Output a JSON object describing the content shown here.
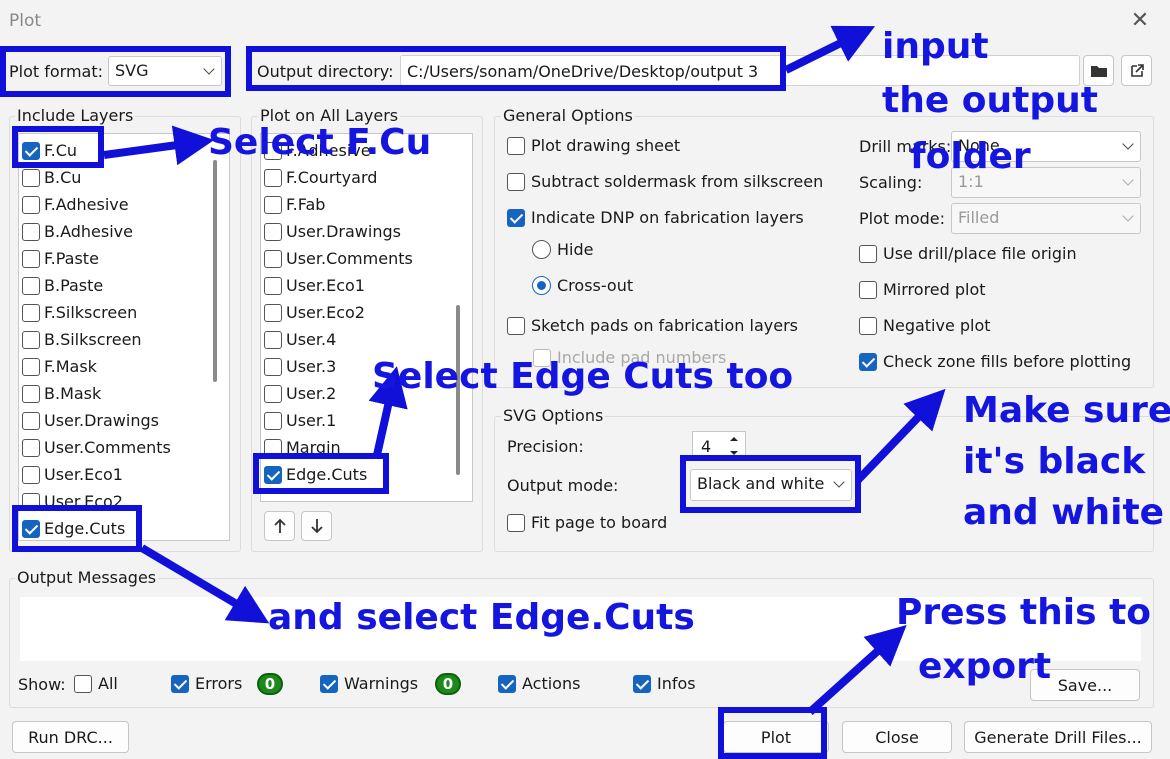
{
  "window": {
    "title": "Plot"
  },
  "top": {
    "plot_format_label": "Plot format:",
    "plot_format_value": "SVG",
    "output_dir_label": "Output directory:",
    "output_dir_value": "C:/Users/sonam/OneDrive/Desktop/output 3"
  },
  "include_layers": {
    "title": "Include Layers",
    "items": [
      {
        "label": "F.Cu",
        "checked": true
      },
      {
        "label": "B.Cu",
        "checked": false
      },
      {
        "label": "F.Adhesive",
        "checked": false
      },
      {
        "label": "B.Adhesive",
        "checked": false
      },
      {
        "label": "F.Paste",
        "checked": false
      },
      {
        "label": "B.Paste",
        "checked": false
      },
      {
        "label": "F.Silkscreen",
        "checked": false
      },
      {
        "label": "B.Silkscreen",
        "checked": false
      },
      {
        "label": "F.Mask",
        "checked": false
      },
      {
        "label": "B.Mask",
        "checked": false
      },
      {
        "label": "User.Drawings",
        "checked": false
      },
      {
        "label": "User.Comments",
        "checked": false
      },
      {
        "label": "User.Eco1",
        "checked": false
      },
      {
        "label": "User.Eco2",
        "checked": false
      },
      {
        "label": "Edge.Cuts",
        "checked": true
      }
    ]
  },
  "plot_all_layers": {
    "title": "Plot on All Layers",
    "items": [
      {
        "label": "F.Adhesive",
        "checked": false
      },
      {
        "label": "F.Courtyard",
        "checked": false
      },
      {
        "label": "F.Fab",
        "checked": false
      },
      {
        "label": "User.Drawings",
        "checked": false
      },
      {
        "label": "User.Comments",
        "checked": false
      },
      {
        "label": "User.Eco1",
        "checked": false
      },
      {
        "label": "User.Eco2",
        "checked": false
      },
      {
        "label": "User.4",
        "checked": false
      },
      {
        "label": "User.3",
        "checked": false
      },
      {
        "label": "User.2",
        "checked": false
      },
      {
        "label": "User.1",
        "checked": false
      },
      {
        "label": "Margin",
        "checked": false
      },
      {
        "label": "Edge.Cuts",
        "checked": true
      }
    ],
    "move_up_icon": "arrow-up",
    "move_down_icon": "arrow-down"
  },
  "general": {
    "title": "General Options",
    "plot_drawing_sheet": "Plot drawing sheet",
    "subtract_soldermask": "Subtract soldermask from silkscreen",
    "indicate_dnp": "Indicate DNP on fabrication layers",
    "hide": "Hide",
    "cross_out": "Cross-out",
    "sketch_pads": "Sketch pads on fabrication layers",
    "include_pad_numbers": "Include pad numbers",
    "drill_marks_label": "Drill marks:",
    "drill_marks_value": "None",
    "scaling_label": "Scaling:",
    "scaling_value": "1:1",
    "plot_mode_label": "Plot mode:",
    "plot_mode_value": "Filled",
    "use_drill_origin": "Use drill/place file origin",
    "mirrored_plot": "Mirrored plot",
    "negative_plot": "Negative plot",
    "check_zone_fills": "Check zone fills before plotting"
  },
  "svg": {
    "title": "SVG Options",
    "precision_label": "Precision:",
    "precision_value": "4",
    "output_mode_label": "Output mode:",
    "output_mode_value": "Black and white",
    "fit_page": "Fit page to board"
  },
  "messages": {
    "title": "Output Messages",
    "show_label": "Show:",
    "all": "All",
    "errors": "Errors",
    "errors_count": "0",
    "warnings": "Warnings",
    "warnings_count": "0",
    "actions": "Actions",
    "infos": "Infos",
    "save": "Save..."
  },
  "buttons": {
    "run_drc": "Run DRC...",
    "plot": "Plot",
    "close": "Close",
    "generate_drill": "Generate Drill Files..."
  },
  "annotations": {
    "input_1": "input",
    "input_2": "the output",
    "input_3": "folder",
    "select_fcu": "Select F.Cu",
    "select_edge": "Select Edge Cuts too",
    "make_sure_1": "Make sure",
    "make_sure_2": "it's black",
    "make_sure_3": "and white",
    "and_select": "and select Edge.Cuts",
    "press_1": "Press this to",
    "press_2": "export"
  },
  "colors": {
    "annotation": "#1515e0",
    "accent": "#1565c0",
    "badge": "#1b8a1b"
  }
}
